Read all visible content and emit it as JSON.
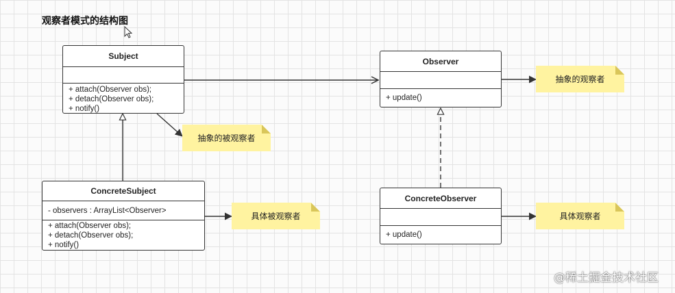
{
  "title": "观察者模式的结构图",
  "classes": {
    "subject": {
      "name": "Subject",
      "attributes": [],
      "methods": [
        "+ attach(Observer obs);",
        "+ detach(Observer obs);",
        "+ notify()"
      ]
    },
    "observer": {
      "name": "Observer",
      "attributes": [],
      "methods": [
        "+ update()"
      ]
    },
    "concrete_subject": {
      "name": "ConcreteSubject",
      "attributes": [
        "- observers : ArrayList<Observer>"
      ],
      "methods": [
        "+ attach(Observer obs);",
        "+ detach(Observer obs);",
        "+ notify()"
      ]
    },
    "concrete_observer": {
      "name": "ConcreteObserver",
      "attributes": [],
      "methods": [
        "+ update()"
      ]
    }
  },
  "notes": {
    "abstract_subject": "抽象的被观察者",
    "abstract_observer": "抽象的观察者",
    "concrete_subject": "具体被观察者",
    "concrete_observer": "具体观察者"
  },
  "watermark": "@稀土掘金技术社区",
  "colors": {
    "note_fill": "#fff3a0",
    "line": "#333333",
    "grid": "#e3e3e3"
  }
}
